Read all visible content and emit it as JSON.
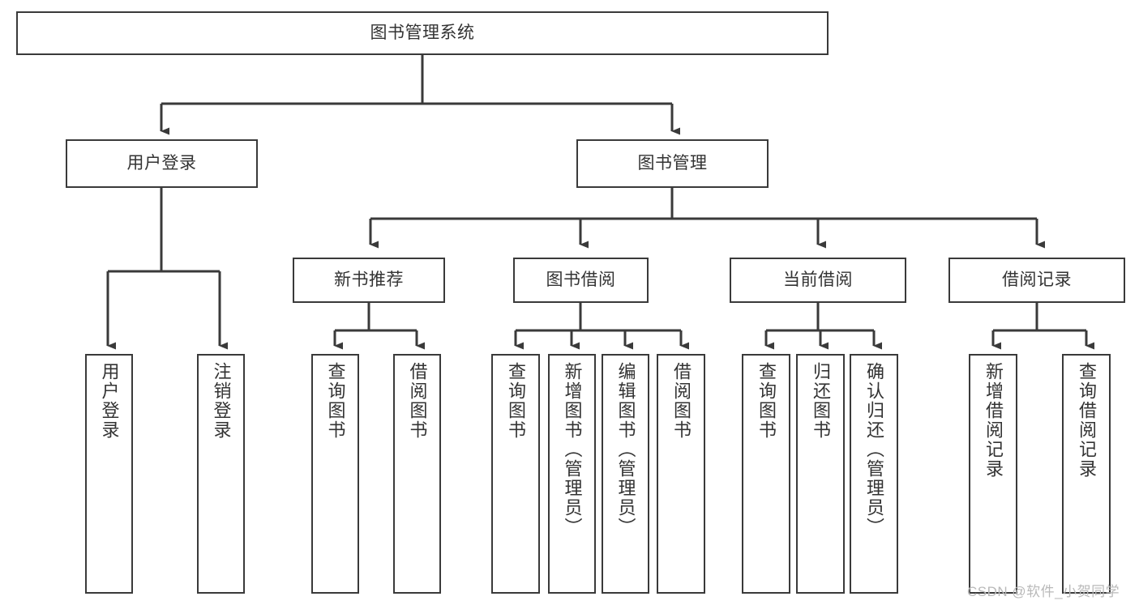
{
  "diagram": {
    "type": "tree-hierarchy",
    "orientation": "top-down",
    "watermark": "CSDN @软件_小贺同学",
    "colors": {
      "box_border": "#3a3a3a",
      "box_fill": "#ffffff",
      "connector": "#3a3a3a",
      "text": "#333333",
      "watermark": "#b9b9b9",
      "background": "#ffffff"
    },
    "root": {
      "label": "图书管理系统"
    },
    "level1": [
      {
        "label": "用户登录"
      },
      {
        "label": "图书管理"
      }
    ],
    "level2": [
      {
        "label": "新书推荐"
      },
      {
        "label": "图书借阅"
      },
      {
        "label": "当前借阅"
      },
      {
        "label": "借阅记录"
      }
    ],
    "leaves": {
      "user_login": [
        {
          "label": "用户登录"
        },
        {
          "label": "注销登录"
        }
      ],
      "new_book_recommend": [
        {
          "label": "查询图书"
        },
        {
          "label": "借阅图书"
        }
      ],
      "book_borrow": [
        {
          "label": "查询图书"
        },
        {
          "label": "新增图书（管理员）"
        },
        {
          "label": "编辑图书（管理员）"
        },
        {
          "label": "借阅图书"
        }
      ],
      "current_borrow": [
        {
          "label": "查询图书"
        },
        {
          "label": "归还图书"
        },
        {
          "label": "确认归还（管理员）"
        }
      ],
      "borrow_record": [
        {
          "label": "新增借阅记录"
        },
        {
          "label": "查询借阅记录"
        }
      ]
    }
  }
}
